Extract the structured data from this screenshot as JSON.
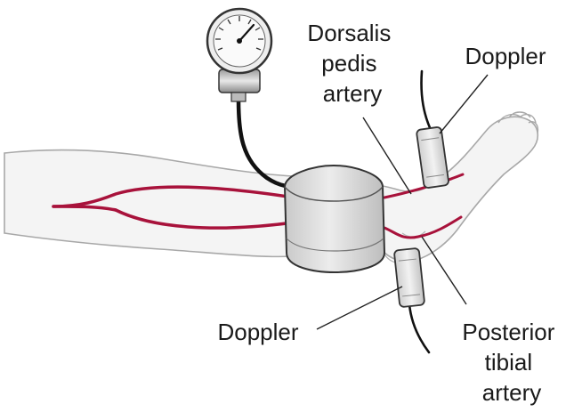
{
  "labels": {
    "dorsalis": [
      "Dorsalis",
      "pedis",
      "artery"
    ],
    "doppler_top": "Doppler",
    "doppler_bottom": "Doppler",
    "posterior": [
      "Posterior",
      "tibial",
      "artery"
    ]
  },
  "colors": {
    "artery": "#a8123b",
    "skin_fill": "#f4f4f4",
    "skin_outline": "#a8a8a8",
    "cuff_fill": "#d9d9d9",
    "cuff_outline": "#333333",
    "probe_fill": "#dedede",
    "tube": "#111111",
    "gauge_face": "#eeeeee"
  },
  "icons": {
    "gauge": "pressure-gauge-icon",
    "probe": "doppler-probe-icon"
  }
}
